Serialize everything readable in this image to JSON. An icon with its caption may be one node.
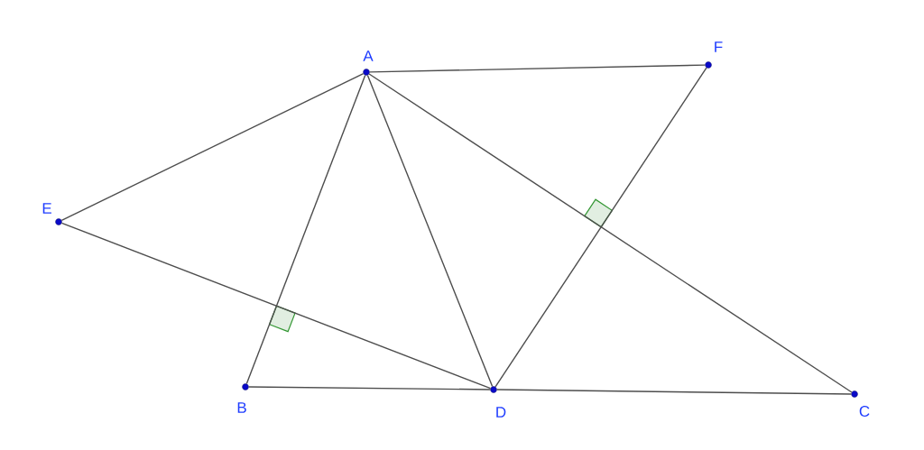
{
  "diagram": {
    "nodes": [
      {
        "text": [
          "A"
        ]
      },
      {
        "text": [
          "F"
        ]
      },
      {
        "text": [
          "E"
        ]
      },
      {
        "text": [
          "B"
        ]
      },
      {
        "text": [
          "D"
        ]
      },
      {
        "text": [
          "C"
        ]
      }
    ],
    "edges": [
      {
        "from": 0,
        "to": 1,
        "arrow": "none"
      },
      {
        "from": 0,
        "to": 2,
        "arrow": "none"
      },
      {
        "from": 0,
        "to": 3,
        "arrow": "none"
      },
      {
        "from": 0,
        "to": 4,
        "arrow": "none"
      },
      {
        "from": 0,
        "to": 5,
        "arrow": "none"
      },
      {
        "from": 2,
        "to": 4,
        "arrow": "none"
      },
      {
        "from": 4,
        "to": 1,
        "arrow": "none"
      },
      {
        "from": 3,
        "to": 4,
        "arrow": "none"
      },
      {
        "from": 4,
        "to": 5,
        "arrow": "none"
      }
    ]
  }
}
